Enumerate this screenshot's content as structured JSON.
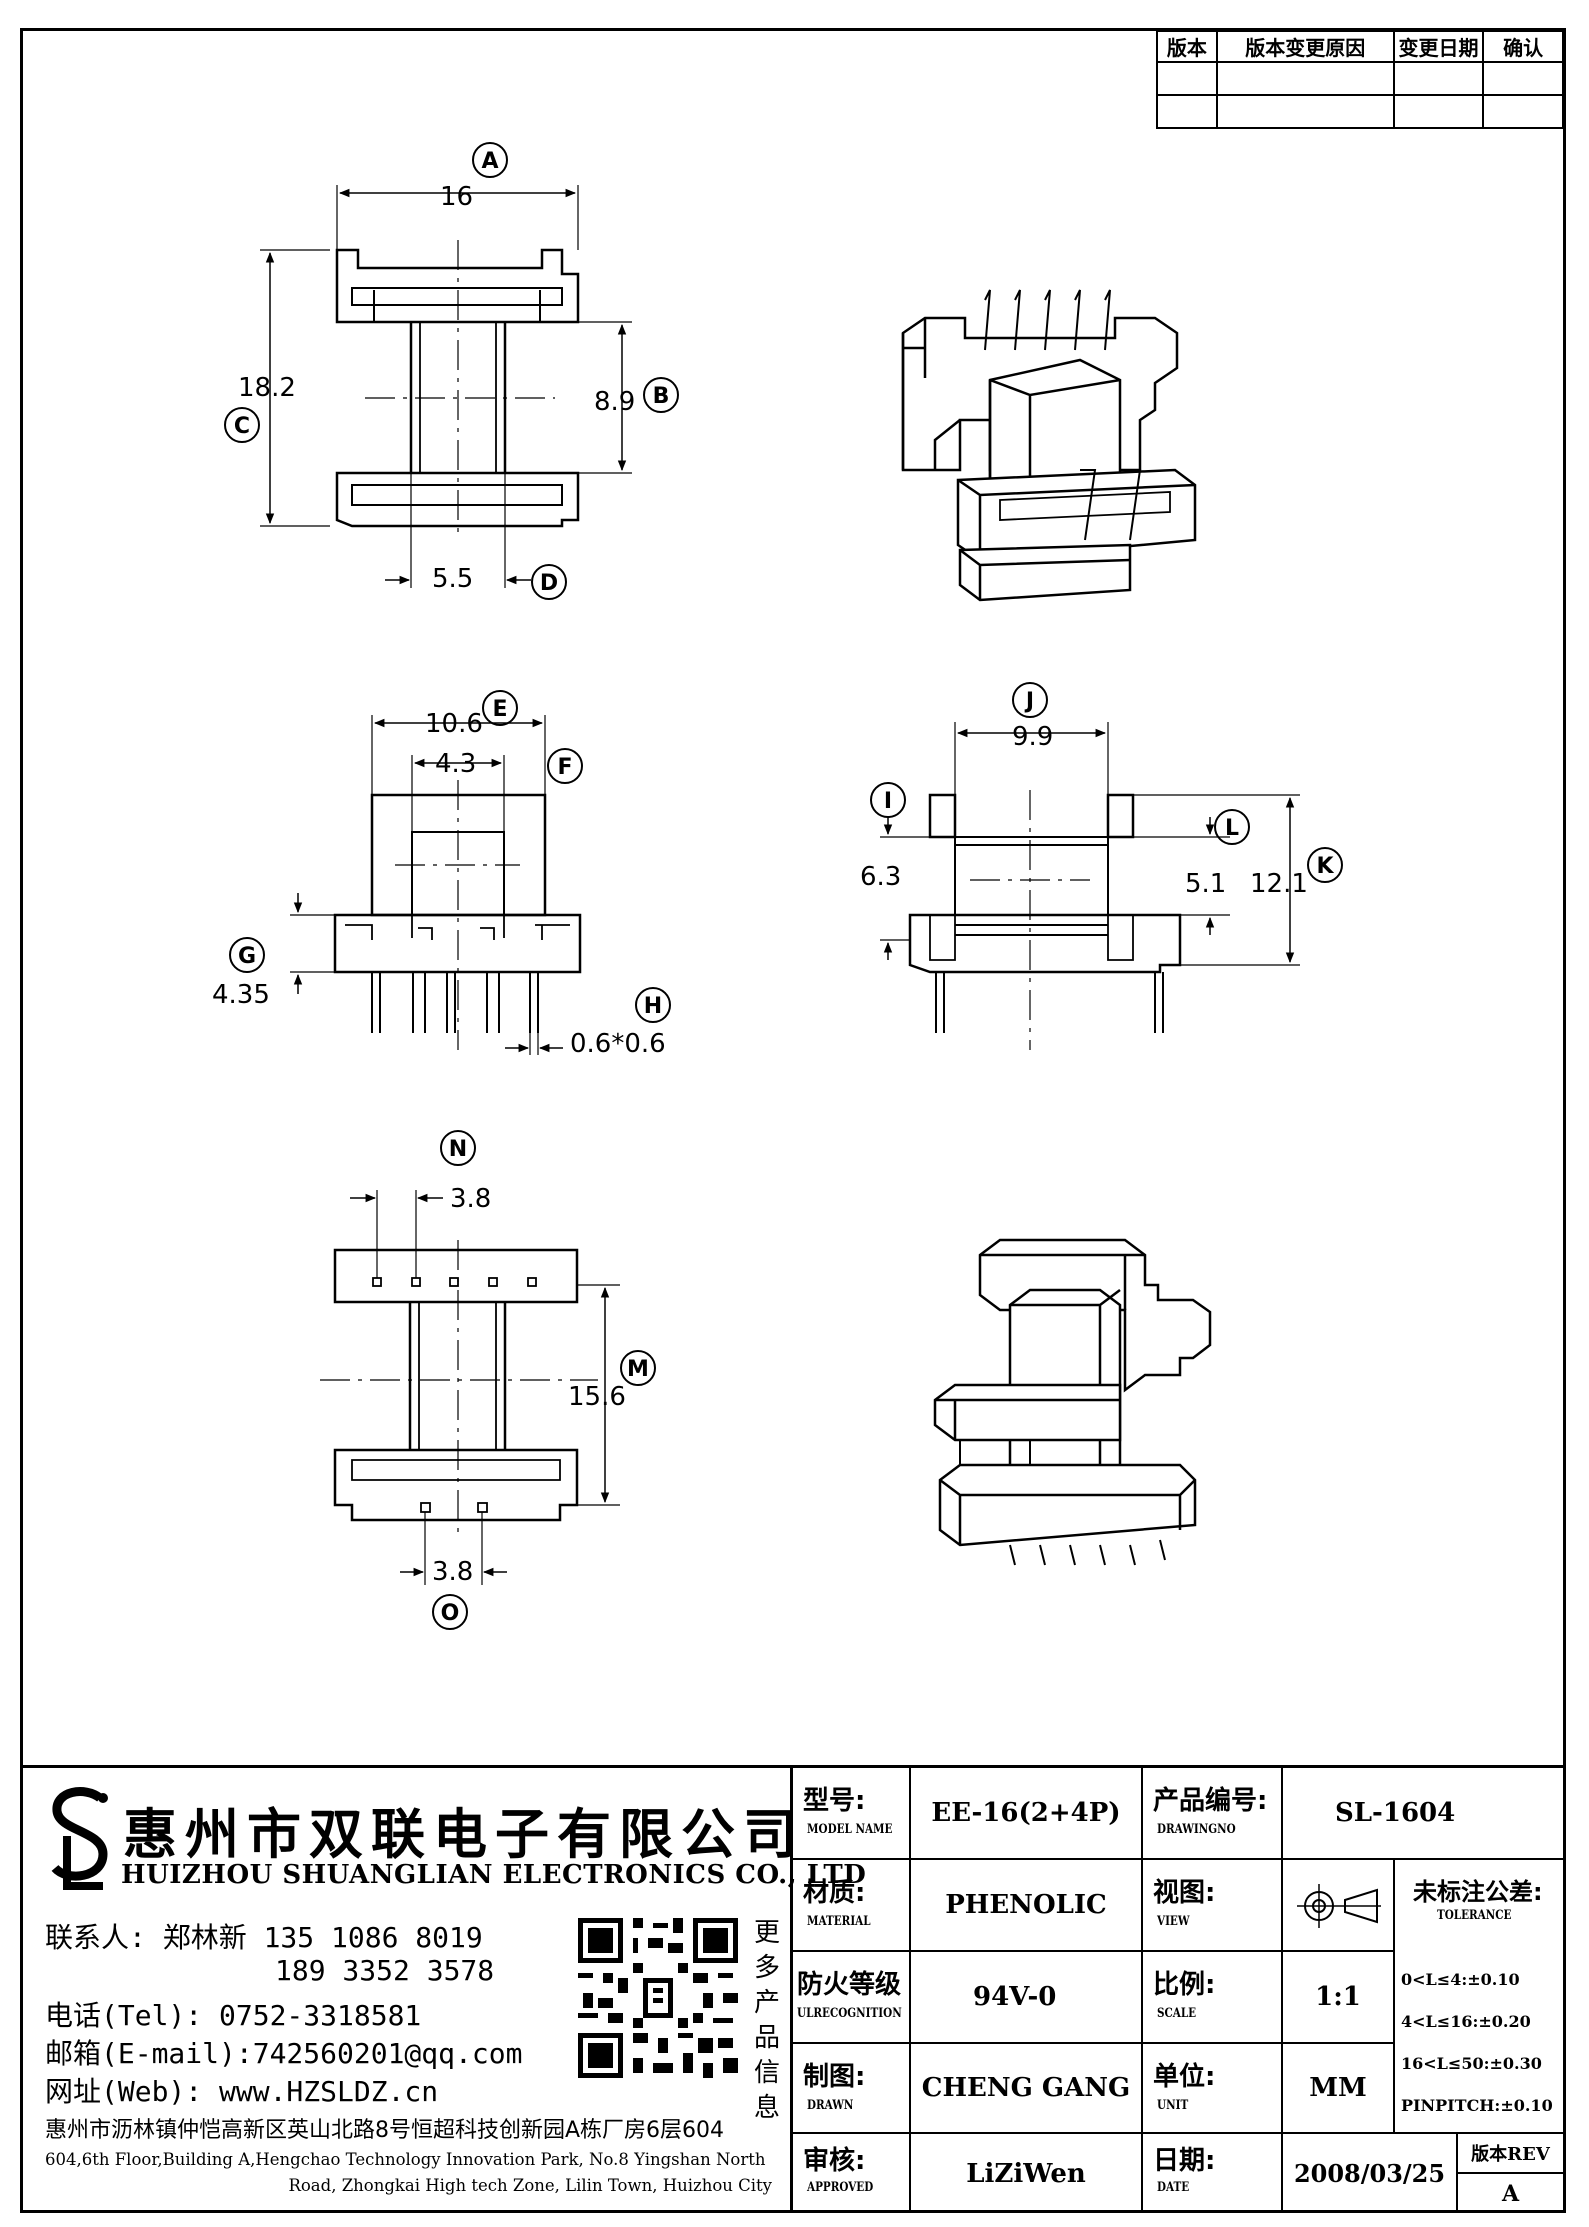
{
  "revision_table": {
    "headers": [
      "版本",
      "版本变更原因",
      "变更日期",
      "确认"
    ],
    "rows": [
      [
        "",
        "",
        "",
        ""
      ],
      [
        "",
        "",
        "",
        ""
      ]
    ]
  },
  "dimensions": {
    "a_width": "16",
    "c_height": "18.2",
    "b_gap": "8.9",
    "d_core": "5.5",
    "e_width": "10.6",
    "f_inner": "4.3",
    "g_flange": "4.35",
    "h_pin": "0.6*0.6",
    "j_width": "9.9",
    "i_top": "6.3",
    "l_gap": "5.1",
    "k_height": "12.1",
    "n_pitch": "3.8",
    "m_length": "15.6",
    "o_pitch": "3.8"
  },
  "callouts": [
    "A",
    "B",
    "C",
    "D",
    "E",
    "F",
    "G",
    "H",
    "I",
    "J",
    "K",
    "L",
    "M",
    "N",
    "O"
  ],
  "company": {
    "name_cn": "惠州市双联电子有限公司",
    "name_en": "HUIZHOU SHUANGLIAN ELECTRONICS CO., LTD",
    "contact_line1": "联系人: 郑林新  135 1086 8019",
    "contact_line2": "189 3352 3578",
    "tel": "电话(Tel): 0752-3318581",
    "email": "邮箱(E-mail):742560201@qq.com",
    "web": "网址(Web): www.HZSLDZ.cn",
    "qr_caption": [
      "更",
      "多",
      "产",
      "品",
      "信",
      "息"
    ],
    "address_cn": "惠州市沥林镇仲恺高新区英山北路8号恒超科技创新园A栋厂房6层604",
    "address_en_1": "604,6th Floor,Building A,Hengchao Technology Innovation Park, No.8 Yingshan North",
    "address_en_2": "Road, Zhongkai High tech Zone, Lilin Town, Huizhou City"
  },
  "spec": {
    "model_label_cn": "型号:",
    "model_label_en": "MODEL NAME",
    "model_value": "EE-16(2+4P)",
    "drawing_label_cn": "产品编号:",
    "drawing_label_en": "DRAWINGNO",
    "drawing_value": "SL-1604",
    "material_label_cn": "材质:",
    "material_label_en": "MATERIAL",
    "material_value": "PHENOLIC",
    "view_label_cn": "视图:",
    "view_label_en": "VIEW",
    "tolerance_label_cn": "未标注公差:",
    "tolerance_label_en": "TOLERANCE",
    "tolerances": [
      "0<L≤4:±0.10",
      "4<L≤16:±0.20",
      "16<L≤50:±0.30",
      "PINPITCH:±0.10"
    ],
    "fire_label_cn": "防火等级",
    "fire_label_en": "ULRECOGNITION",
    "fire_value": "94V-0",
    "scale_label_cn": "比例:",
    "scale_label_en": "SCALE",
    "scale_value": "1:1",
    "drawn_label_cn": "制图:",
    "drawn_label_en": "DRAWN",
    "drawn_value": "CHENG GANG",
    "unit_label_cn": "单位:",
    "unit_label_en": "UNIT",
    "unit_value": "MM",
    "approved_label_cn": "审核:",
    "approved_label_en": "APPROVED",
    "approved_value": "LiZiWen",
    "date_label_cn": "日期:",
    "date_label_en": "DATE",
    "date_value": "2008/03/25",
    "rev_label": "版本REV",
    "rev_value": "A"
  }
}
